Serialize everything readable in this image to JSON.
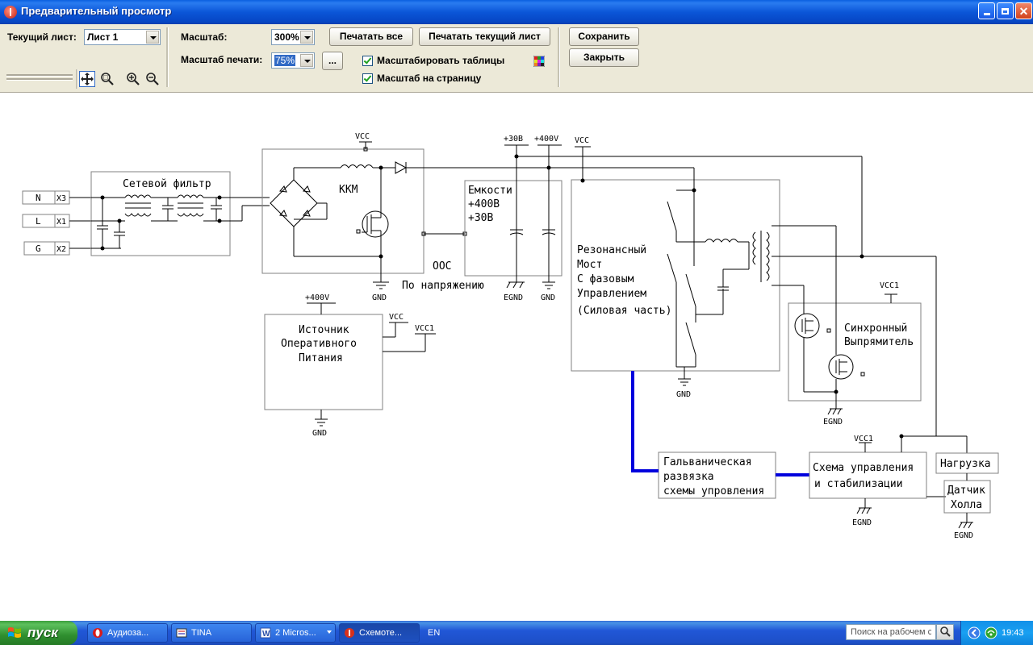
{
  "window": {
    "title": "Предварительный просмотр"
  },
  "toolbar": {
    "current_sheet_label": "Текущий лист:",
    "current_sheet_value": "Лист 1",
    "scale_label": "Масштаб:",
    "scale_value": "300%",
    "print_scale_label": "Масштаб печати:",
    "print_scale_value": "75%",
    "ellipsis_label": "...",
    "print_all_label": "Печатать все",
    "print_current_label": "Печатать текущий лист",
    "save_label": "Сохранить",
    "close_label": "Закрыть",
    "scale_tables_label": "Масштабировать таблицы",
    "scale_tables_checked": true,
    "fit_page_label": "Масштаб на страницу",
    "fit_page_checked": true
  },
  "schematic": {
    "blocks": {
      "network_filter": "Сетевой фильтр",
      "pfc": "ККМ",
      "capacitors_l1": "Емкости",
      "capacitors_l2": "+400В",
      "capacitors_l3": "+30В",
      "resonant_l1": "Резонансный",
      "resonant_l2": "Мост",
      "resonant_l3": "С фазовым",
      "resonant_l4": "Управлением",
      "resonant_l5": "(Силовая часть)",
      "aux_l1": "Источник",
      "aux_l2": "Оперативного",
      "aux_l3": "Питания",
      "sync_l1": "Синхронный",
      "sync_l2": "Выпрямитель",
      "galv_l1": "Гальваническая",
      "galv_l2": "развязка",
      "galv_l3": "схемы упровления",
      "control_l1": "Схема управления",
      "control_l2": "и стабилизации",
      "load": "Нагрузка",
      "hall_l1": "Датчик",
      "hall_l2": "Холла",
      "feedback_l1": "ООС",
      "feedback_l2": "По напряжению"
    },
    "connectors": {
      "n_label": "N",
      "n_ref": "X3",
      "l_label": "L",
      "l_ref": "X1",
      "g_label": "G",
      "g_ref": "X2"
    },
    "nets": {
      "vcc": "VCC",
      "vcc1": "VCC1",
      "plus30": "+30В",
      "plus400": "+400V",
      "gnd": "GND",
      "egnd": "EGND"
    }
  },
  "taskbar": {
    "start_label": "пуск",
    "tasks": [
      {
        "label": "Аудиоза..."
      },
      {
        "label": "TINA"
      },
      {
        "label": "2 Micros..."
      },
      {
        "label": "Схемоте..."
      }
    ],
    "language": "EN",
    "search_placeholder": "Поиск на рабочем ст",
    "clock": "19:43"
  },
  "colors": {
    "titlebar": "#0A5FE0",
    "isolation_bus": "#0000DD",
    "block_border": "#808080"
  }
}
